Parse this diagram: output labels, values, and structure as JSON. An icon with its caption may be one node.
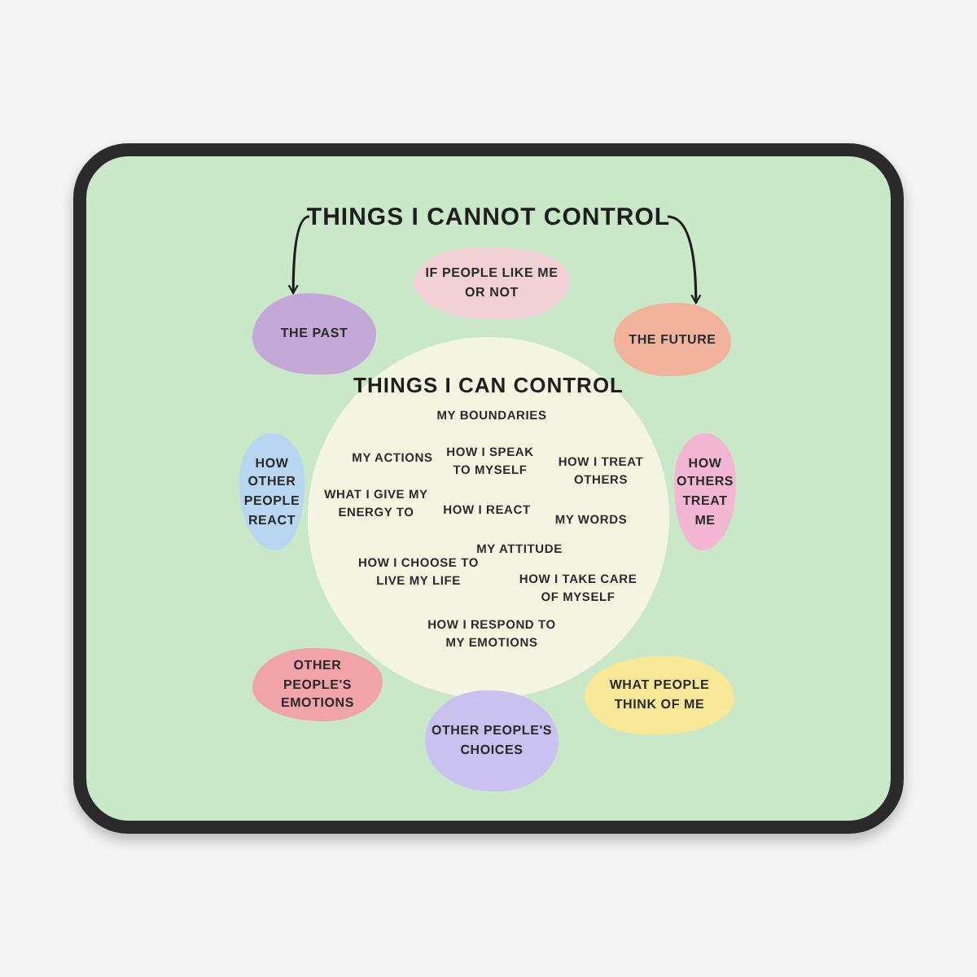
{
  "diagram": {
    "nodes": [
      {
        "text": [
          "THINGS I CANNOT CONTROL"
        ]
      },
      {
        "text": [
          "IF PEOPLE LIKE ME OR NOT"
        ]
      },
      {
        "text": [
          "THE PAST"
        ]
      },
      {
        "text": [
          "THE FUTURE"
        ]
      },
      {
        "text": [
          "THINGS I CAN CONTROL",
          "MY BOUNDARIES",
          "MY ACTIONS",
          "HOW I SPEAK TO MYSELF",
          "HOW I TREAT OTHERS",
          "WHAT I GIVE MY ENERGY TO",
          "HOW I REACT",
          "MY WORDS",
          "MY ATTITUDE",
          "HOW I CHOOSE TO LIVE MY LIFE",
          "HOW I TAKE CARE OF MYSELF",
          "HOW I RESPOND TO MY EMOTIONS"
        ]
      },
      {
        "text": [
          "HOW OTHER PEOPLE REACT"
        ]
      },
      {
        "text": [
          "HOW OTHERS TREAT ME"
        ]
      },
      {
        "text": [
          "OTHER PEOPLE'S EMOTIONS"
        ]
      },
      {
        "text": [
          "WHAT PEOPLE THINK OF ME"
        ]
      },
      {
        "text": [
          "OTHER PEOPLE'S CHOICES"
        ]
      }
    ],
    "edges": [
      {
        "from": 0,
        "to": 2,
        "arrow": "to"
      },
      {
        "from": 0,
        "to": 3,
        "arrow": "to"
      }
    ]
  }
}
